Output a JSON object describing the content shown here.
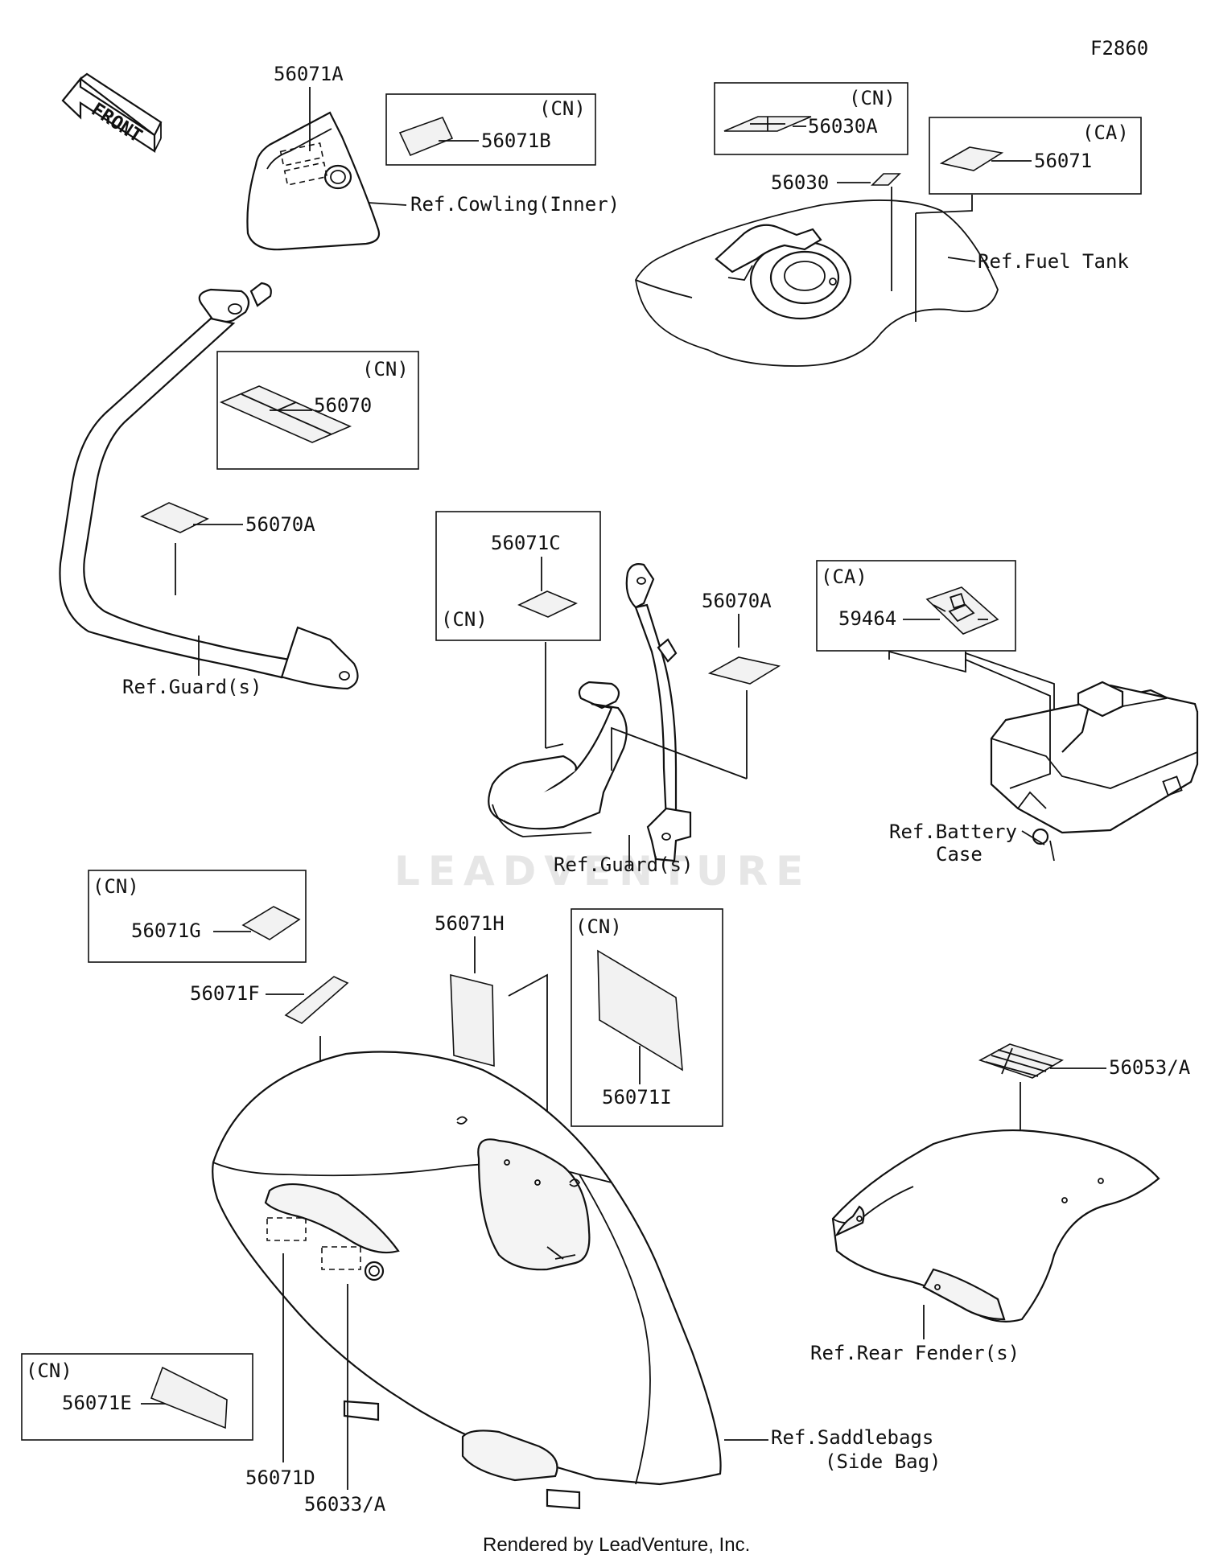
{
  "figure_code": "F2860",
  "front_label": "FRONT",
  "footer": "Rendered by LeadVenture, Inc.",
  "watermark": "LEADVENTURE",
  "region_cn": "(CN)",
  "region_ca": "(CA)",
  "parts": {
    "p56071A": "56071A",
    "p56071B": "56071B",
    "p56030A": "56030A",
    "p56030": "56030",
    "p56071": "56071",
    "p56070": "56070",
    "p56070A_left": "56070A",
    "p56071C": "56071C",
    "p56070A_mid": "56070A",
    "p59464": "59464",
    "p56071G": "56071G",
    "p56071H": "56071H",
    "p56071I": "56071I",
    "p56071F": "56071F",
    "p56053A": "56053/A",
    "p56071E": "56071E",
    "p56071D": "56071D",
    "p56033A": "56033/A"
  },
  "refs": {
    "cowling": "Ref.Cowling(Inner)",
    "fuel_tank": "Ref.Fuel Tank",
    "guard_left": "Ref.Guard(s)",
    "guard_mid": "Ref.Guard(s)",
    "battery_line1": "Ref.Battery",
    "battery_line2": "Case",
    "rear_fender": "Ref.Rear Fender(s)",
    "saddlebags_line1": "Ref.Saddlebags",
    "saddlebags_line2": "(Side Bag)"
  }
}
